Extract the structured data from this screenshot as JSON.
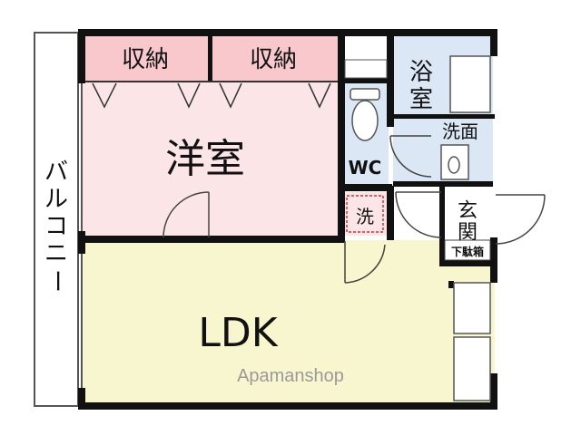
{
  "plan": {
    "rooms": {
      "storage_1": "収納",
      "storage_2": "収納",
      "western_room": "洋室",
      "bath": "浴室",
      "toilet": "WC",
      "washroom": "洗面",
      "laundry": "洗",
      "entrance": "玄関",
      "shoe_box": "下駄箱",
      "ldk": "LDK",
      "balcony": "バルコニー"
    },
    "watermark": "Apamanshop"
  },
  "colors": {
    "wall": "#111111",
    "room_pink": "#fbe5e7",
    "storage_pink": "#f8c8cc",
    "wet_blue": "#dbe7f5",
    "ldk_yellow": "#f8f6cf",
    "line": "#555555"
  }
}
